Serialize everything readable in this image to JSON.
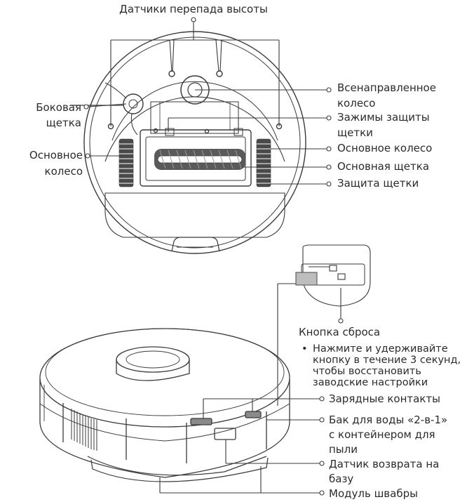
{
  "labels": {
    "cliff_sensors": "Датчики перепада высоты",
    "side_brush_1": "Боковая",
    "side_brush_2": "щетка",
    "main_wheel_left_1": "Основное",
    "main_wheel_left_2": "колесо",
    "omni_wheel_1": "Всенаправленное",
    "omni_wheel_2": "колесо",
    "brush_clips_1": "Зажимы защиты",
    "brush_clips_2": "щетки",
    "main_wheel_right": "Основное колесо",
    "main_brush": "Основная щетка",
    "brush_guard": "Защита щетки",
    "reset_button": "Кнопка сброса",
    "reset_note_bullet": "•",
    "reset_note_1": "Нажмите и удерживайте",
    "reset_note_2": "кнопку в течение 3 секунд,",
    "reset_note_3": "чтобы восстановить",
    "reset_note_4": "заводские настройки",
    "charging_contacts": "Зарядные контакты",
    "water_tank_1": "Бак для воды «2-в-1»",
    "water_tank_2": "с контейнером для",
    "water_tank_3": "пыли",
    "dock_sensor_1": "Датчик возврата на",
    "dock_sensor_2": "базу",
    "mop_module": "Модуль швабры"
  },
  "colors": {
    "line": "#3a3a3a",
    "brush_dark": "#4a4a4a",
    "text": "#2b2b2b"
  }
}
